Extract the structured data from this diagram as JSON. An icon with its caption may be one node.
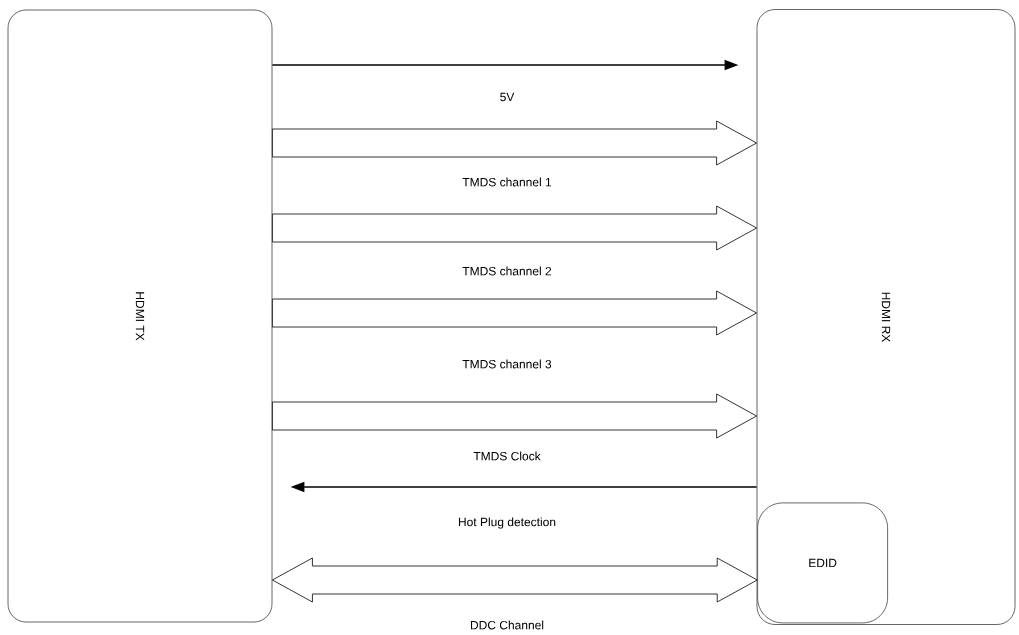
{
  "diagram": {
    "nodes": [
      {
        "text": [
          "HDMI TX"
        ]
      },
      {
        "text": [
          "HDMI RX"
        ]
      },
      {
        "text": [
          "EDID"
        ],
        "in": 1
      }
    ],
    "edges": [
      {
        "from": 0,
        "to": 1,
        "arrow": "to",
        "label": "5V"
      },
      {
        "from": 0,
        "to": 1,
        "arrow": "to",
        "label": "TMDS channel 1",
        "style": "thick"
      },
      {
        "from": 0,
        "to": 1,
        "arrow": "to",
        "label": "TMDS channel 2",
        "style": "thick"
      },
      {
        "from": 0,
        "to": 1,
        "arrow": "to",
        "label": "TMDS channel 3",
        "style": "thick"
      },
      {
        "from": 0,
        "to": 1,
        "arrow": "to",
        "label": "TMDS Clock",
        "style": "thick"
      },
      {
        "from": 1,
        "to": 0,
        "arrow": "to",
        "label": "Hot Plug detection"
      },
      {
        "from": 0,
        "to": 2,
        "arrow": "both",
        "label": "DDC Channel",
        "style": "thick"
      }
    ]
  }
}
